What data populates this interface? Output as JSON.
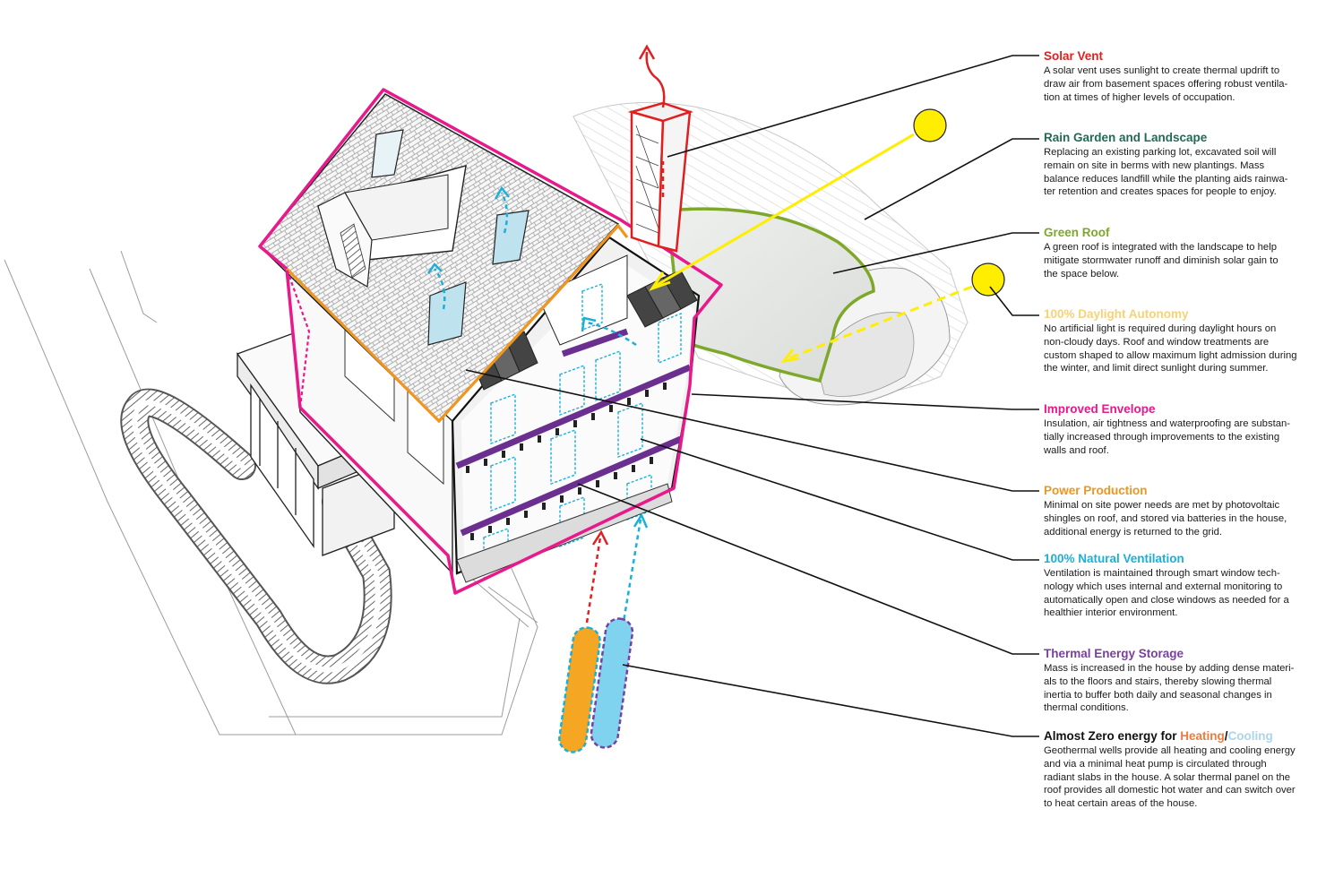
{
  "colors": {
    "solar_vent": "#e02020",
    "rain_garden": "#1f6b55",
    "green_roof": "#7ea829",
    "daylight": "#f6d27a",
    "envelope": "#e8198b",
    "power": "#f0951e",
    "ventilation": "#1bb0d8",
    "thermal_storage": "#7b3fa0",
    "heating": "#f27a3c",
    "cooling": "#a9d6ea",
    "sun": "#ffee00",
    "leader": "#111111"
  },
  "annotations": [
    {
      "id": "solar-vent",
      "title": "Solar Vent",
      "color": "#e02020",
      "body": [
        "A solar vent uses sunlight to create thermal updrift to",
        "draw air from basement spaces offering robust ventila-",
        "tion at times of higher levels of occupation."
      ]
    },
    {
      "id": "rain-garden",
      "title": "Rain Garden and Landscape",
      "color": "#1f6b55",
      "body": [
        "Replacing an existing parking lot, excavated soil will",
        "remain on site in berms with new plantings. Mass",
        "balance reduces landfill while the planting aids rainwa-",
        "ter retention and creates spaces for people to enjoy."
      ]
    },
    {
      "id": "green-roof",
      "title": "Green Roof",
      "color": "#7ea829",
      "body": [
        "A green roof is integrated with the landscape to help",
        "mitigate stormwater runoff and diminish solar gain to",
        "the space below."
      ]
    },
    {
      "id": "daylight",
      "title": "100% Daylight Autonomy",
      "color": "#f6d27a",
      "body": [
        "No artificial light is required during daylight hours on",
        "non-cloudy days. Roof and window treatments are",
        "custom shaped to allow maximum light admission during",
        "the winter, and limit direct sunlight during summer."
      ]
    },
    {
      "id": "envelope",
      "title": "Improved Envelope",
      "color": "#e8198b",
      "body": [
        "Insulation, air tightness and waterproofing are substan-",
        "tially increased through improvements to the existing",
        "walls and roof."
      ]
    },
    {
      "id": "power",
      "title": "Power Production",
      "color": "#f0951e",
      "body": [
        "Minimal on site power needs are met by photovoltaic",
        "shingles on roof, and stored via batteries in the house,",
        "additional energy is returned to the grid."
      ]
    },
    {
      "id": "ventilation",
      "title": "100% Natural Ventilation",
      "color": "#1bb0d8",
      "body": [
        "Ventilation is maintained through smart window tech-",
        "nology which uses internal and external monitoring to",
        "automatically open and close windows as needed for a",
        "healthier interior environment."
      ]
    },
    {
      "id": "thermal",
      "title": "Thermal Energy Storage",
      "color": "#7b3fa0",
      "body": [
        "Mass is increased in the house by adding dense materi-",
        "als to the floors and stairs, thereby slowing thermal",
        "inertia to buffer both daily and seasonal changes in",
        "thermal conditions."
      ]
    }
  ],
  "energy": {
    "title_prefix": "Almost Zero energy for ",
    "heating": "Heating",
    "slash": "/",
    "cooling": "Cooling",
    "body": [
      "Geothermal wells provide all heating and cooling energy",
      "and via a minimal heat pump is circulated through",
      "radiant slabs in the house. A solar thermal panel on the",
      "roof provides all domestic hot water and can switch over",
      "to heat certain areas of the house."
    ]
  }
}
